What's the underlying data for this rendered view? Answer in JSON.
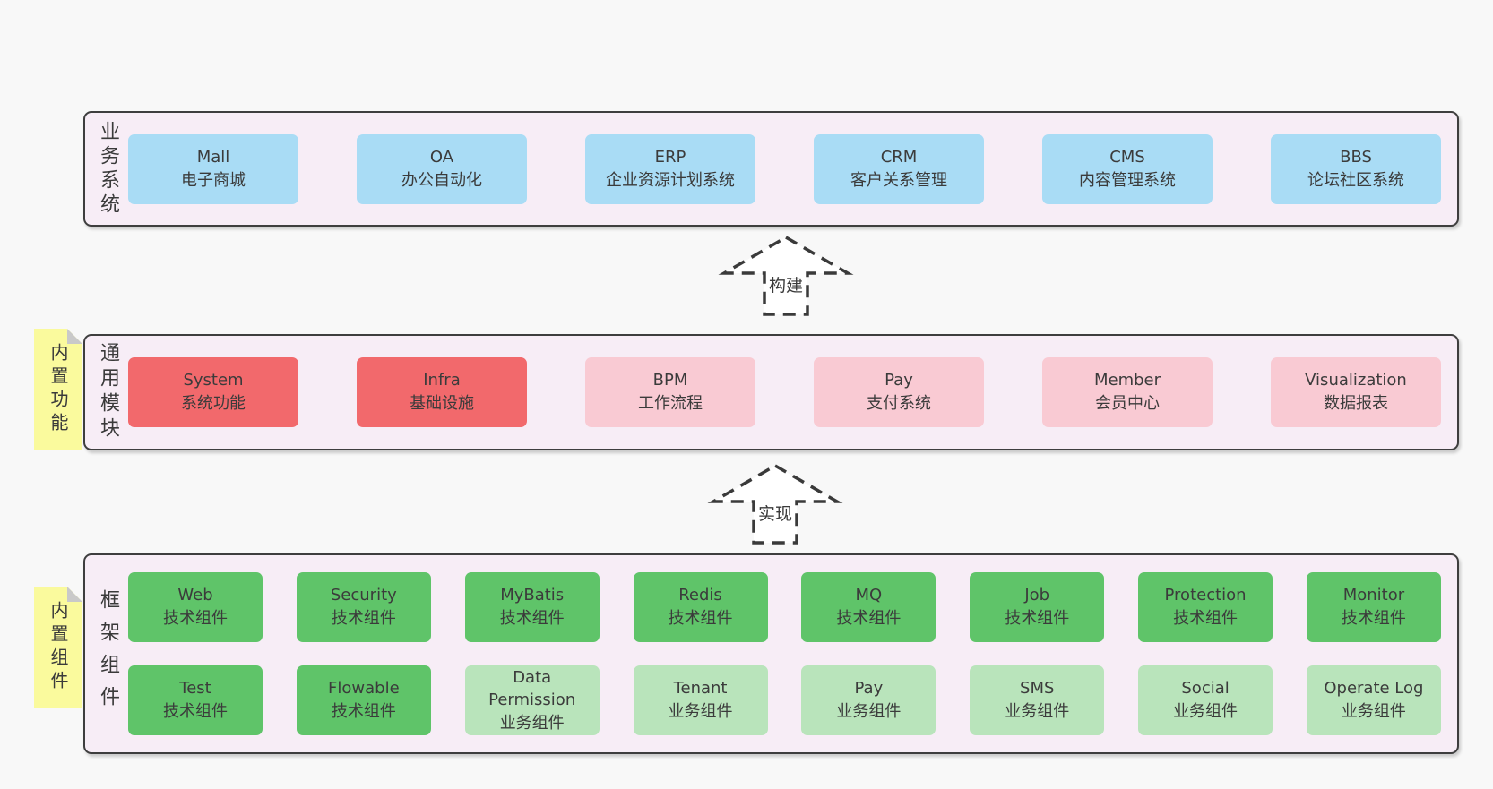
{
  "colors": {
    "background": "#f8f8f8",
    "panel": "#f7edf6",
    "border": "#3e3e3e",
    "box_blue": "#a9dcf5",
    "box_red": "#f2696c",
    "box_pink": "#f9cad3",
    "box_green": "#5fc469",
    "box_green_light": "#b9e4bb",
    "note_yellow": "#fafa9d",
    "note_fold": "#c9c9c9",
    "text": "#3a3a3a"
  },
  "arrows": [
    {
      "label": "构建"
    },
    {
      "label": "实现"
    }
  ],
  "layers": [
    {
      "id": "business",
      "label": "业务系统",
      "note": null,
      "rows": [
        [
          {
            "name": "Mall",
            "sub": "电子商城",
            "variant": "blue"
          },
          {
            "name": "OA",
            "sub": "办公自动化",
            "variant": "blue"
          },
          {
            "name": "ERP",
            "sub": "企业资源计划系统",
            "variant": "blue"
          },
          {
            "name": "CRM",
            "sub": "客户关系管理",
            "variant": "blue"
          },
          {
            "name": "CMS",
            "sub": "内容管理系统",
            "variant": "blue"
          },
          {
            "name": "BBS",
            "sub": "论坛社区系统",
            "variant": "blue"
          }
        ]
      ]
    },
    {
      "id": "common",
      "label": "通用模块",
      "note": "内置功能",
      "rows": [
        [
          {
            "name": "System",
            "sub": "系统功能",
            "variant": "red"
          },
          {
            "name": "Infra",
            "sub": "基础设施",
            "variant": "red"
          },
          {
            "name": "BPM",
            "sub": "工作流程",
            "variant": "pink"
          },
          {
            "name": "Pay",
            "sub": "支付系统",
            "variant": "pink"
          },
          {
            "name": "Member",
            "sub": "会员中心",
            "variant": "pink"
          },
          {
            "name": "Visualization",
            "sub": "数据报表",
            "variant": "pink"
          }
        ]
      ]
    },
    {
      "id": "framework",
      "label": "框架组件",
      "note": "内置组件",
      "rows": [
        [
          {
            "name": "Web",
            "sub": "技术组件",
            "variant": "green"
          },
          {
            "name": "Security",
            "sub": "技术组件",
            "variant": "green"
          },
          {
            "name": "MyBatis",
            "sub": "技术组件",
            "variant": "green"
          },
          {
            "name": "Redis",
            "sub": "技术组件",
            "variant": "green"
          },
          {
            "name": "MQ",
            "sub": "技术组件",
            "variant": "green"
          },
          {
            "name": "Job",
            "sub": "技术组件",
            "variant": "green"
          },
          {
            "name": "Protection",
            "sub": "技术组件",
            "variant": "green"
          },
          {
            "name": "Monitor",
            "sub": "技术组件",
            "variant": "green"
          }
        ],
        [
          {
            "name": "Test",
            "sub": "技术组件",
            "variant": "green"
          },
          {
            "name": "Flowable",
            "sub": "技术组件",
            "variant": "green"
          },
          {
            "name": "Data Permission",
            "sub": "业务组件",
            "variant": "green-light"
          },
          {
            "name": "Tenant",
            "sub": "业务组件",
            "variant": "green-light"
          },
          {
            "name": "Pay",
            "sub": "业务组件",
            "variant": "green-light"
          },
          {
            "name": "SMS",
            "sub": "业务组件",
            "variant": "green-light"
          },
          {
            "name": "Social",
            "sub": "业务组件",
            "variant": "green-light"
          },
          {
            "name": "Operate Log",
            "sub": "业务组件",
            "variant": "green-light"
          }
        ]
      ]
    }
  ]
}
